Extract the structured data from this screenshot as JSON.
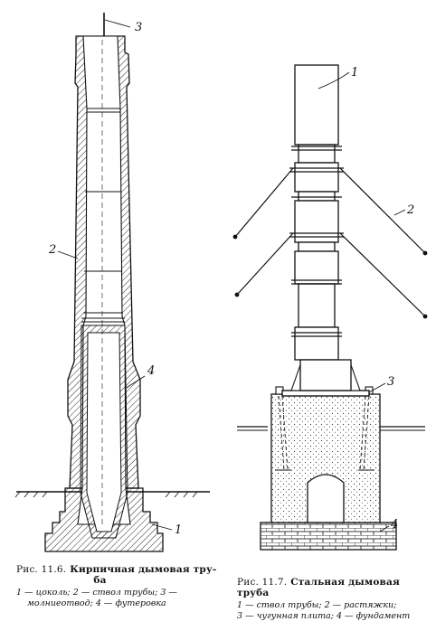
{
  "figures": [
    {
      "title_number": "Рис. 11.6.",
      "title_text": "Кирпичная дымовая тру-",
      "title_text_cont": "ба",
      "legend_line1": "1 — цоколь;  2 — ствол трубы;  3 —",
      "legend_line2": "молниеотвод;  4 — футеровка",
      "callouts": [
        "1",
        "2",
        "3",
        "4"
      ]
    },
    {
      "title_number": "Рис. 11.7.",
      "title_text": "Стальная дымовая труба",
      "legend_line1": "1 — ствол   трубы;   2 — растяжки;",
      "legend_line2": "3 — чугунная плита; 4 — фундамент",
      "callouts": [
        "1",
        "2",
        "3",
        "4"
      ]
    }
  ],
  "colors": {
    "ink": "#111111",
    "paper": "#ffffff"
  }
}
